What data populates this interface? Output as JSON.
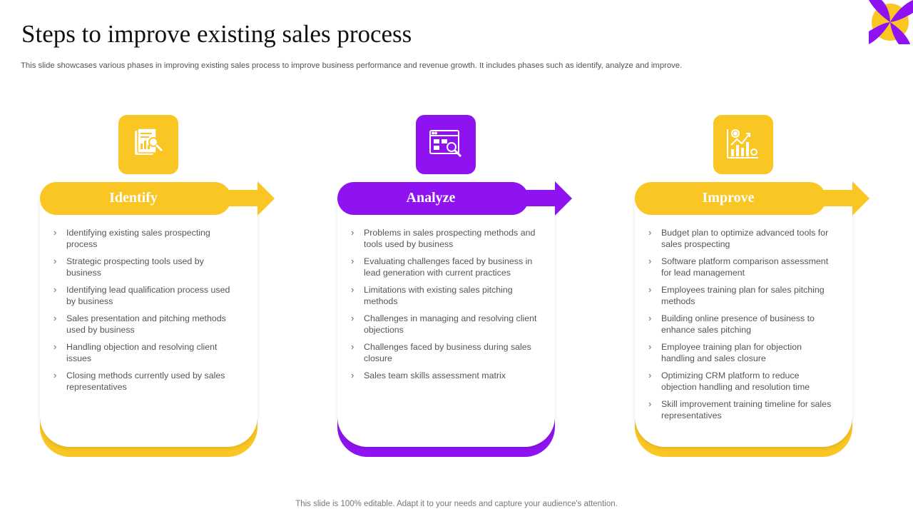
{
  "title": "Steps to improve existing sales process",
  "subtitle": "This slide showcases various phases in improving existing sales process to improve business performance and revenue growth. It includes phases such as identify, analyze and improve.",
  "footer": "This slide is 100% editable. Adapt it to your needs and capture your audience's attention.",
  "colors": {
    "yellow": "#F9C623",
    "purple": "#8F12F0"
  },
  "logo": {
    "icon": "four-petal-flower-logo"
  },
  "steps": [
    {
      "label": "Identify",
      "icon": "document-magnifier-icon",
      "items": [
        "Identifying existing sales prospecting process",
        "Strategic prospecting tools used by business",
        "Identifying lead qualification process used by business",
        "Sales presentation and pitching methods used by business",
        "Handling objection and resolving client issues",
        "Closing methods currently used by sales representatives"
      ]
    },
    {
      "label": "Analyze",
      "icon": "browser-analysis-icon",
      "items": [
        "Problems  in sales prospecting methods and tools used by business",
        "Evaluating challenges faced by business in lead generation with current practices",
        "Limitations with existing sales pitching methods",
        "Challenges in managing and resolving client objections",
        "Challenges faced by business during sales closure",
        "Sales team skills assessment matrix"
      ]
    },
    {
      "label": "Improve",
      "icon": "growth-chart-gear-icon",
      "items": [
        "Budget plan to optimize advanced tools for sales prospecting",
        "Software platform comparison assessment for lead management",
        "Employees training plan for sales pitching methods",
        "Building online presence of business to enhance sales pitching",
        "Employee training plan for objection handling and sales closure",
        "Optimizing CRM platform to reduce objection handling and resolution time",
        "Skill improvement  training timeline for sales representatives"
      ]
    }
  ]
}
